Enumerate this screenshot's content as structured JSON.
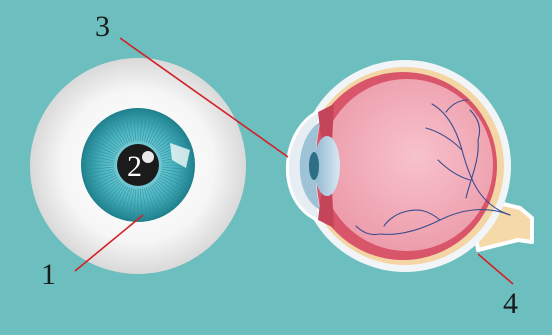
{
  "diagram": {
    "labels": {
      "one": "1",
      "two": "2",
      "three": "3",
      "four": "4"
    },
    "colors": {
      "background": "#6cbfbe",
      "leader_line": "#d32027",
      "iris": "#3fa9b5",
      "sclera": "#f4f4f4",
      "retina": "#f0a0ae",
      "eye_wall": "#d9566a",
      "optic_nerve": "#f6d9a8"
    }
  }
}
